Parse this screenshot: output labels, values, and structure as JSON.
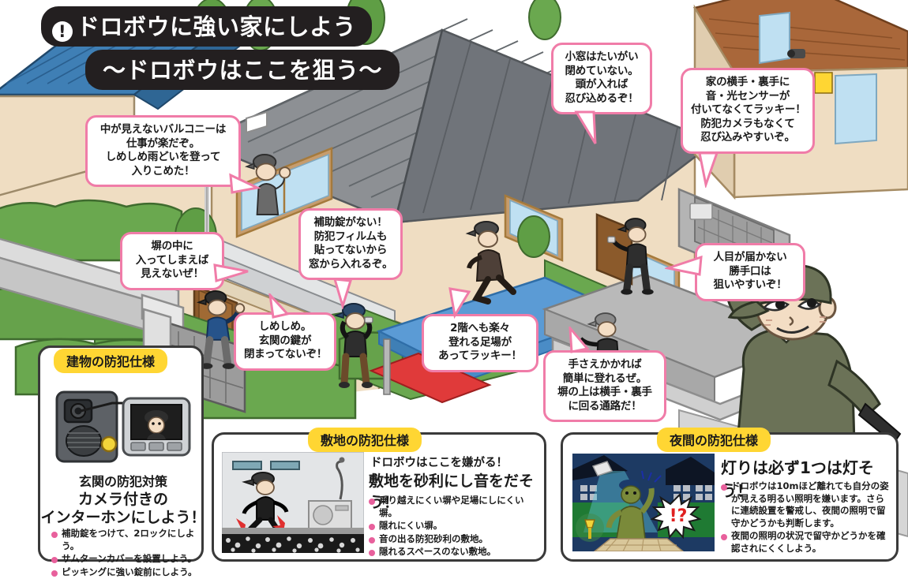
{
  "title": {
    "icon": "exclamation-icon",
    "line1": "ドロボウに強い家にしよう",
    "line2": "〜ドロボウはここを狙う〜"
  },
  "colors": {
    "bubble_border": "#f07ca8",
    "title_bg": "#231f20",
    "badge_bg": "#ffd633",
    "bullet": "#e8609c",
    "main_roof": "#7f8184",
    "left_roof": "#3f7fb5",
    "right_roof": "#a9673a",
    "wall": "#efddc2",
    "hedge": "#6aa84f",
    "concrete": "#d8d8d8",
    "awning_blue": "#5b9bd5",
    "awning_red": "#e03a3a",
    "thief_main": "#6b7257"
  },
  "bubbles": [
    {
      "name": "bubble-balcony",
      "lines": [
        "中が見えないバルコニーは",
        "仕事が楽だぞ。",
        "しめしめ雨どいを登って",
        "入りこめた！"
      ]
    },
    {
      "name": "bubble-fence",
      "lines": [
        "塀の中に",
        "入ってしまえば",
        "見えないぜ！"
      ]
    },
    {
      "name": "bubble-window-lock",
      "lines": [
        "補助錠がない！",
        "防犯フィルムも",
        "貼ってないから",
        "窓から入れるぞ。"
      ]
    },
    {
      "name": "bubble-entrance-lock",
      "lines": [
        "しめしめ。",
        "玄関の鍵が",
        "閉まってないぞ！"
      ]
    },
    {
      "name": "bubble-small-window",
      "lines": [
        "小窓はたいがい",
        "閉めていない。",
        "頭が入れば",
        "忍び込めるぞ！"
      ]
    },
    {
      "name": "bubble-no-sensor",
      "lines": [
        "家の横手・裏手に",
        "音・光センサーが",
        "付いてなくてラッキー！",
        "防犯カメラもなくて",
        "忍び込みやすいぞ。"
      ]
    },
    {
      "name": "bubble-scaffold",
      "lines": [
        "2階へも楽々",
        "登れる足場が",
        "あってラッキー！"
      ]
    },
    {
      "name": "bubble-back-door",
      "lines": [
        "人目が届かない",
        "勝手口は",
        "狙いやすいぞ！"
      ]
    },
    {
      "name": "bubble-climb-wall",
      "lines": [
        "手さえかかれば",
        "簡単に登れるぜ。",
        "塀の上は横手・裏手",
        "に回る通路だ！"
      ]
    }
  ],
  "panels": [
    {
      "name": "panel-building",
      "badge": "建物の防犯仕様",
      "lead": "玄関の防犯対策",
      "head1": "カメラ付きの",
      "head2": "インターホンにしよう！",
      "bullets": [
        "補助錠をつけて、2ロックにしよう。",
        "サムターンカバーを設置しよう。",
        "ピッキングに強い錠前にしよう。"
      ]
    },
    {
      "name": "panel-site",
      "badge": "敷地の防犯仕様",
      "lead": "ドロボウはここを嫌がる！",
      "head1": "敷地を砂利にし音をだそう！",
      "bullets": [
        "乗り越えにくい塀や足場にしにくい塀。",
        "隠れにくい塀。",
        "音の出る防犯砂利の敷地。",
        "隠れるスペースのない敷地。"
      ]
    },
    {
      "name": "panel-night",
      "badge": "夜間の防犯仕様",
      "head1": "灯りは必ず1つは灯そう！",
      "bullets": [
        "ドロボウは10mほど離れても自分の姿が見える明るい照明を嫌います。さらに連続設置を警戒し、夜間の照明で留守かどうかも判断します。",
        "夜間の照明の状況で留守かどうかを確認されにくくしよう。"
      ]
    }
  ],
  "scene": {
    "name": "isometric-house-illustration",
    "label_alert": "!?"
  }
}
